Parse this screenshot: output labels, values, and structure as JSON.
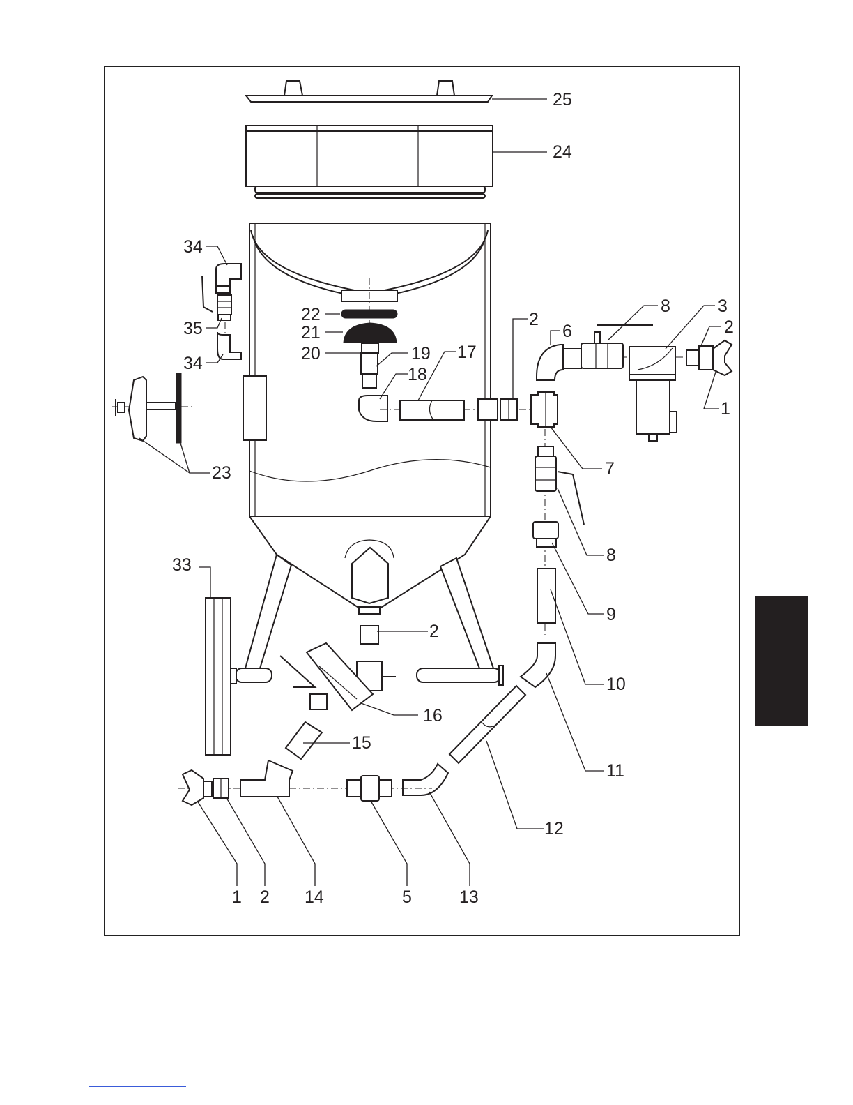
{
  "labels": {
    "l25": "25",
    "l24": "24",
    "l34a": "34",
    "l35": "35",
    "l34b": "34",
    "l22": "22",
    "l21": "21",
    "l20": "20",
    "l19": "19",
    "l18": "18",
    "l17": "17",
    "l2a": "2",
    "l6": "6",
    "l8a": "8",
    "l3": "3",
    "l2b": "2",
    "l1a": "1",
    "l7": "7",
    "l8b": "8",
    "l9": "9",
    "l10": "10",
    "l11": "11",
    "l12": "12",
    "l23": "23",
    "l33": "33",
    "l2c": "2",
    "l16": "16",
    "l15": "15",
    "l1b": "1",
    "l2d": "2",
    "l14": "14",
    "l5": "5",
    "l13": "13"
  },
  "colors": {
    "ink": "#231f20",
    "tab": "#231f20",
    "link": "#3a5bd9"
  }
}
